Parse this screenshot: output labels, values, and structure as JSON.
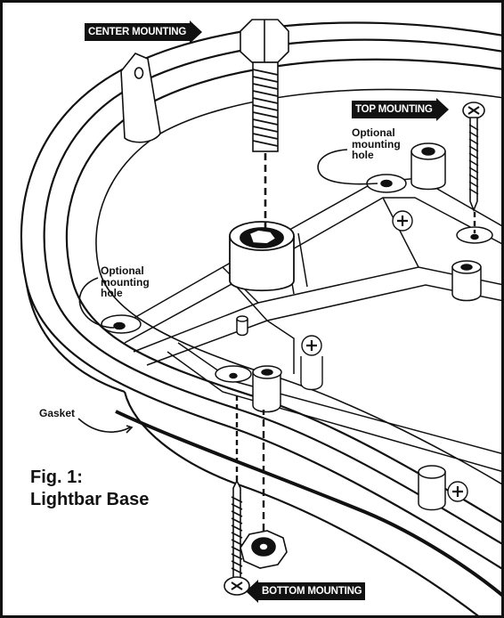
{
  "callouts": {
    "center_mounting": "CENTER MOUNTING",
    "top_mounting": "TOP MOUNTING",
    "bottom_mounting": "BOTTOM MOUNTING",
    "optional_hole_upper_1": "Optional",
    "optional_hole_upper_2": "mounting",
    "optional_hole_upper_3": "hole",
    "optional_hole_left_1": "Optional",
    "optional_hole_left_2": "mounting",
    "optional_hole_left_3": "hole",
    "gasket": "Gasket"
  },
  "caption": {
    "line1": "Fig. 1:",
    "line2": "Lightbar Base"
  }
}
